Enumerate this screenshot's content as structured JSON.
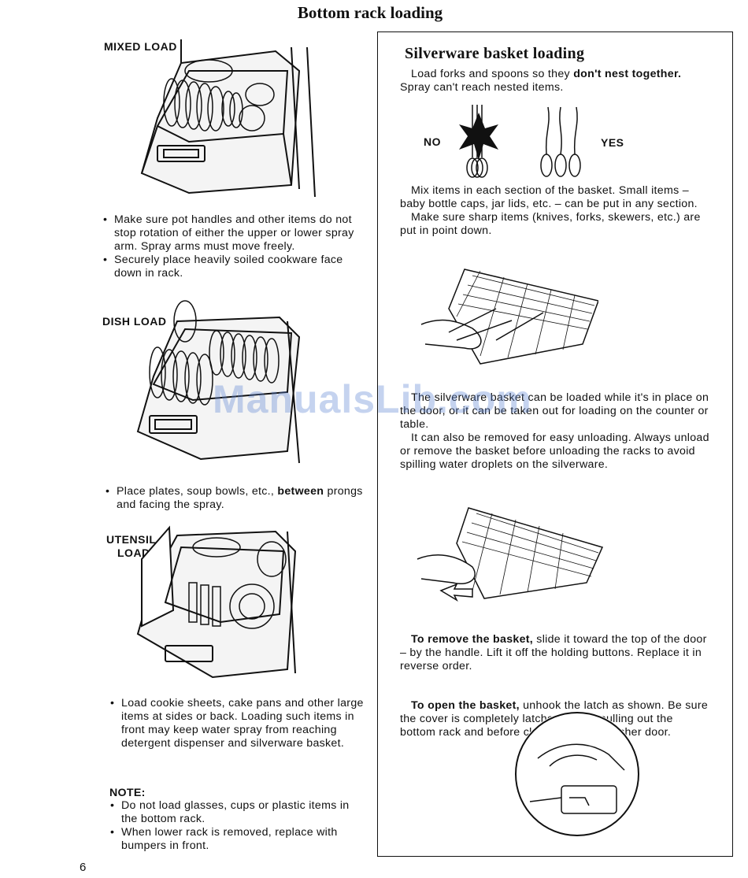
{
  "page": {
    "title": "Bottom rack loading",
    "page_number": "6",
    "watermark": "ManualsLib.com"
  },
  "left": {
    "mixed_load_label": "MIXED LOAD",
    "mixed_bullets": [
      "Make sure pot handles and other items do not stop rotation of either the upper or lower spray arm. Spray arms must move freely.",
      "Securely place heavily soiled cookware face down in rack."
    ],
    "dish_load_label": "DISH LOAD",
    "dish_bullet": {
      "pre": "Place plates, soup bowls, etc., ",
      "bold": "between",
      "post": " prongs and facing the spray."
    },
    "utensil_load_label_1": "UTENSIL",
    "utensil_load_label_2": "LOAD",
    "utensil_bullet": "Load cookie sheets, cake pans and other large items at sides or back. Loading such items in front may keep water spray from reaching detergent dispenser and silverware basket.",
    "note_heading": "NOTE:",
    "note_bullets": [
      "Do not load glasses, cups or plastic items in the bottom rack.",
      "When lower rack is removed, replace with bumpers in front."
    ]
  },
  "right": {
    "heading": "Silverware basket loading",
    "intro_pre": "Load forks and spoons so they ",
    "intro_bold": "don't nest together.",
    "intro_post": " Spray can't reach nested items.",
    "no_label": "NO",
    "yes_label": "YES",
    "mix_para": "Mix items in each section of the basket. Small items – baby bottle caps, jar lids, etc. – can be put in any section.",
    "sharp_para": "Make sure sharp items (knives, forks, skewers, etc.) are put in point down.",
    "basket_para": "The silverware basket can be loaded while it's in place on the door, or it can be taken out for loading on the counter or table.",
    "remove_para": "It can also be removed for easy unloading. Always unload or remove the basket before unloading the racks to avoid spilling water droplets on the silverware.",
    "remove_bold": "To remove the basket,",
    "remove_rest": " slide it toward the top of the door – by the handle. Lift it off the holding buttons. Replace it in reverse order.",
    "open_bold": "To open the basket,",
    "open_rest": " unhook the latch as shown. Be sure the cover is completely latched before pulling out the bottom rack and before closing the dishwasher door."
  }
}
